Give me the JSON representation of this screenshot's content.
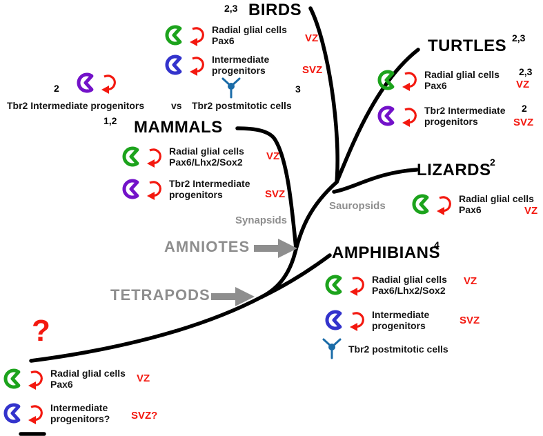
{
  "colors": {
    "green": "#1ca31c",
    "purple": "#7312c9",
    "blue": "#3333cc",
    "neuron": "#1b6ca8",
    "red": "#f3180f",
    "gray": "#8e8e8e",
    "black": "#000000"
  },
  "icons": {
    "radial_glial": "radial-glial-cell-icon",
    "intermediate": "intermediate-progenitor-icon",
    "tbr2_intermediate": "tbr2-intermediate-progenitor-icon",
    "postmitotic": "postmitotic-neuron-icon",
    "self_renewal": "self-renewal-arrow-icon"
  },
  "clades": {
    "amniotes": "AMNIOTES",
    "tetrapods": "TETRAPODS",
    "synapsids": "Synapsids",
    "sauropsids": "Sauropsids"
  },
  "groups": {
    "birds": {
      "sup": "2,3",
      "name": "BIRDS",
      "rgc": {
        "line1": "Radial glial cells",
        "line2": "Pax6",
        "zone": "VZ"
      },
      "ip": {
        "line1": "Intermediate",
        "line2": "progenitors",
        "zone": "SVZ"
      },
      "tbr2": {
        "sup_left": "2",
        "left": "Tbr2 Intermediate progenitors",
        "vs": "vs",
        "right": "Tbr2 postmitotic cells",
        "sup_right": "3"
      }
    },
    "mammals": {
      "sup": "1,2",
      "name": "MAMMALS",
      "rgc": {
        "line1": "Radial glial cells",
        "line2": "Pax6/Lhx2/Sox2",
        "zone": "VZ"
      },
      "ip": {
        "line1": "Tbr2 Intermediate",
        "line2": "progenitors",
        "zone": "SVZ"
      }
    },
    "turtles": {
      "sup": "2,3",
      "name": "TURTLES",
      "rgc": {
        "line1": "Radial glial cells",
        "sup1": "2,3",
        "line2": "Pax6",
        "zone": "VZ"
      },
      "ip": {
        "line1": "Tbr2 Intermediate",
        "sup1": "2",
        "line2": "progenitors",
        "zone": "SVZ"
      }
    },
    "lizards": {
      "sup": "2",
      "name": "LIZARDS",
      "rgc": {
        "line1": "Radial glial cells",
        "line2": "Pax6",
        "zone": "VZ"
      }
    },
    "amphibians": {
      "sup": "4",
      "name": "AMPHIBIANS",
      "rgc": {
        "line1": "Radial glial cells",
        "line2": "Pax6/Lhx2/Sox2",
        "zone": "VZ"
      },
      "ip": {
        "line1": "Intermediate",
        "line2": "progenitors",
        "zone": "SVZ"
      },
      "postmitotic": "Tbr2 postmitotic cells"
    },
    "ancestor": {
      "question": "?",
      "rgc": {
        "line1": "Radial glial cells",
        "line2": "Pax6",
        "zone": "VZ"
      },
      "ip": {
        "line1": "Intermediate",
        "line2": "progenitors?",
        "zone": "SVZ?"
      }
    }
  }
}
